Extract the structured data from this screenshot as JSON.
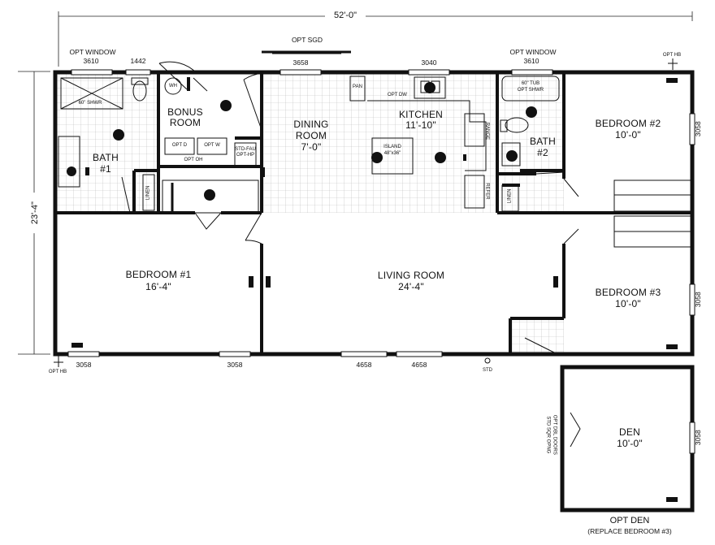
{
  "dimensions": {
    "overall_width": "52'-0\"",
    "overall_depth": "23'-4\""
  },
  "rooms": {
    "bath1": {
      "name": "BATH",
      "number": "#1"
    },
    "bonus": {
      "line1": "BONUS",
      "line2": "ROOM"
    },
    "dining": {
      "line1": "DINING",
      "line2": "ROOM",
      "size": "7'-0\""
    },
    "kitchen": {
      "name": "KITCHEN",
      "size": "11'-10\""
    },
    "bath2": {
      "name": "BATH",
      "number": "#2"
    },
    "bedroom1": {
      "name": "BEDROOM #1",
      "size": "16'-4\""
    },
    "living": {
      "name": "LIVING ROOM",
      "size": "24'-4\""
    },
    "bedroom2": {
      "name": "BEDROOM #2",
      "size": "10'-0\""
    },
    "bedroom3": {
      "name": "BEDROOM #3",
      "size": "10'-0\""
    },
    "den": {
      "name": "DEN",
      "size": "10'-0\""
    }
  },
  "fixtures": {
    "shower60": "60\" SHWR",
    "wh": "WH",
    "opt_d": "OPT D",
    "opt_w": "OPT W",
    "opt_oh": "OPT OH",
    "std_fau_1": "STD-FAU",
    "std_fau_2": "OPT-HP",
    "linen": "LINEN",
    "pan": "PAN",
    "opt_dw": "OPT DW",
    "island_1": "ISLAND",
    "island_2": "48\"x36\"",
    "range": "RANGE",
    "refer": "REFER",
    "tub_1": "60\" TUB",
    "tub_2": "OPT SHWR"
  },
  "windows": {
    "opt_window": "OPT WINDOW",
    "w3610": "3610",
    "w1442": "1442",
    "w3658": "3658",
    "w3040": "3040",
    "w3058": "3058",
    "w4658": "4658",
    "opt_sgd": "OPT SGD"
  },
  "markers": {
    "opt_hb": "OPT HB",
    "std": "STD"
  },
  "den_notes": {
    "door_1": "STD SQR OPNG",
    "door_2": "OPT DBL DOORS",
    "title": "OPT DEN",
    "subtitle": "(REPLACE BEDROOM #3)"
  }
}
